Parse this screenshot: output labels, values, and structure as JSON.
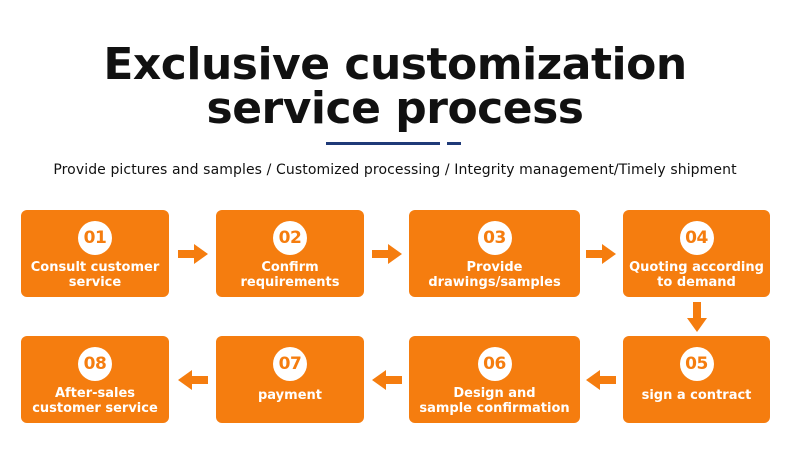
{
  "title": {
    "line1": "Exclusive customization",
    "line2": "service process"
  },
  "subtitle": "Provide pictures and samples / Customized processing / Integrity management/Timely shipment",
  "steps": [
    {
      "number": "01",
      "label": "Consult customer\nservice"
    },
    {
      "number": "02",
      "label": "Confirm\nrequirements"
    },
    {
      "number": "03",
      "label": "Provide\ndrawings/samples"
    },
    {
      "number": "04",
      "label": "Quoting according\nto demand"
    },
    {
      "number": "05",
      "label": "sign a contract"
    },
    {
      "number": "06",
      "label": "Design and\nsample confirmation"
    },
    {
      "number": "07",
      "label": "payment"
    },
    {
      "number": "08",
      "label": "After-sales\ncustomer service"
    }
  ],
  "colors": {
    "accent": "#f57d0f",
    "title": "#111111",
    "underline": "#1f3a78"
  },
  "icons": {
    "flow_arrow": "arrow-icon"
  }
}
